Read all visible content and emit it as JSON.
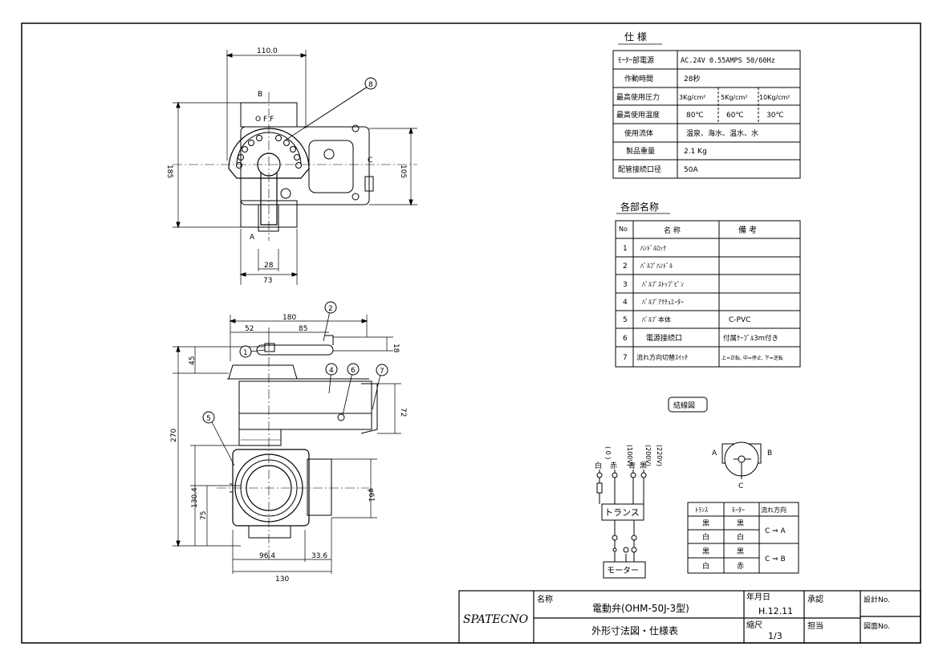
{
  "dimensions": {
    "top_width": "110.0",
    "top_height": "185",
    "top_right_height": "105",
    "top_bottom_inner": "28",
    "top_bottom_outer": "73",
    "front_total_width": "180",
    "front_seg_left": "52",
    "front_seg_right": "85",
    "front_handle_height": "18",
    "front_top_offset": "45",
    "front_total_height": "270",
    "front_actuator_height": "72",
    "front_lower_height": "130.4",
    "front_base_height": "75",
    "front_port_dia": "φ61",
    "front_bottom_left": "96.4",
    "front_bottom_right": "33.6",
    "front_bottom_total": "130"
  },
  "labels": {
    "port_a": "A",
    "port_b": "B",
    "port_c": "C",
    "dial_text": "O F F",
    "callouts": [
      "1",
      "2",
      "4",
      "5",
      "6",
      "7",
      "8"
    ]
  },
  "spec": {
    "title": "仕 様",
    "rows": [
      {
        "label": "ﾓｰﾀｰ部電源",
        "value": "AC.24V 0.55AMPS 50/60Hz"
      },
      {
        "label": "作動時間",
        "value": "28秒"
      },
      {
        "label": "最高使用圧力",
        "values": [
          "3Kg/cm²",
          "5Kg/cm²",
          "10Kg/cm²"
        ]
      },
      {
        "label": "最高使用温度",
        "values": [
          "80℃",
          "60℃",
          "30℃"
        ]
      },
      {
        "label": "使用流体",
        "value": "温泉、海水、温水、水"
      },
      {
        "label": "製品重量",
        "value": "2.1 Kg"
      },
      {
        "label": "配管接続口径",
        "value": "50A"
      }
    ]
  },
  "parts": {
    "title": "各部名称",
    "headers": [
      "No",
      "名 称",
      "備 考"
    ],
    "rows": [
      {
        "no": "1",
        "name": "ﾊﾝﾄﾞﾙﾛｯｸ",
        "note": ""
      },
      {
        "no": "2",
        "name": "ﾊﾞﾙﾌﾞﾊﾝﾄﾞﾙ",
        "note": ""
      },
      {
        "no": "3",
        "name": "ﾊﾞﾙﾌﾞｽﾄｯﾌﾟﾋﾟﾝ",
        "note": ""
      },
      {
        "no": "4",
        "name": "ﾊﾞﾙﾌﾞｱｸﾁｭｴｰﾀｰ",
        "note": ""
      },
      {
        "no": "5",
        "name": "ﾊﾞﾙﾌﾞ本体",
        "note": "C-PVC"
      },
      {
        "no": "6",
        "name": "電源接続口",
        "note": "付属ｹｰﾌﾞﾙ3m付き"
      },
      {
        "no": "7",
        "name": "流れ方向切替ｽｲｯﾁ",
        "note": "上=正転, 中=停止, 下=逆転"
      }
    ]
  },
  "wiring": {
    "title": "結線図",
    "wires": [
      {
        "color": "白",
        "voltage": "( 0 )"
      },
      {
        "color": "赤",
        "voltage": "(100V)"
      },
      {
        "color": "青",
        "voltage": "(200V)"
      },
      {
        "color": "黒",
        "voltage": "(220V)"
      }
    ],
    "trans_label": "トランス",
    "motor_label": "モーター"
  },
  "flow": {
    "ports": [
      "A",
      "B",
      "C"
    ],
    "headers": [
      "ﾄﾗﾝｽ",
      "ﾓｰﾀｰ",
      "流れ方向"
    ],
    "rows": [
      {
        "trans": "黒",
        "motor": "黒"
      },
      {
        "trans": "白",
        "motor": "白"
      },
      {
        "trans": "黒",
        "motor": "黒"
      },
      {
        "trans": "白",
        "motor": "赤"
      }
    ],
    "directions": [
      "C ⇒ A",
      "C ⇒ B"
    ]
  },
  "title_block": {
    "company": "SPATECNO",
    "name_label": "名称",
    "product": "電動弁(OHM-50J-3型)",
    "drawing": "外形寸法図・仕様表",
    "date_label": "年月日",
    "date": "H.12.11",
    "scale_label": "縮尺",
    "scale": "1/3",
    "approve_label": "承認",
    "charge_label": "担当",
    "design_label": "設計No.",
    "drawing_no_label": "図面No."
  }
}
